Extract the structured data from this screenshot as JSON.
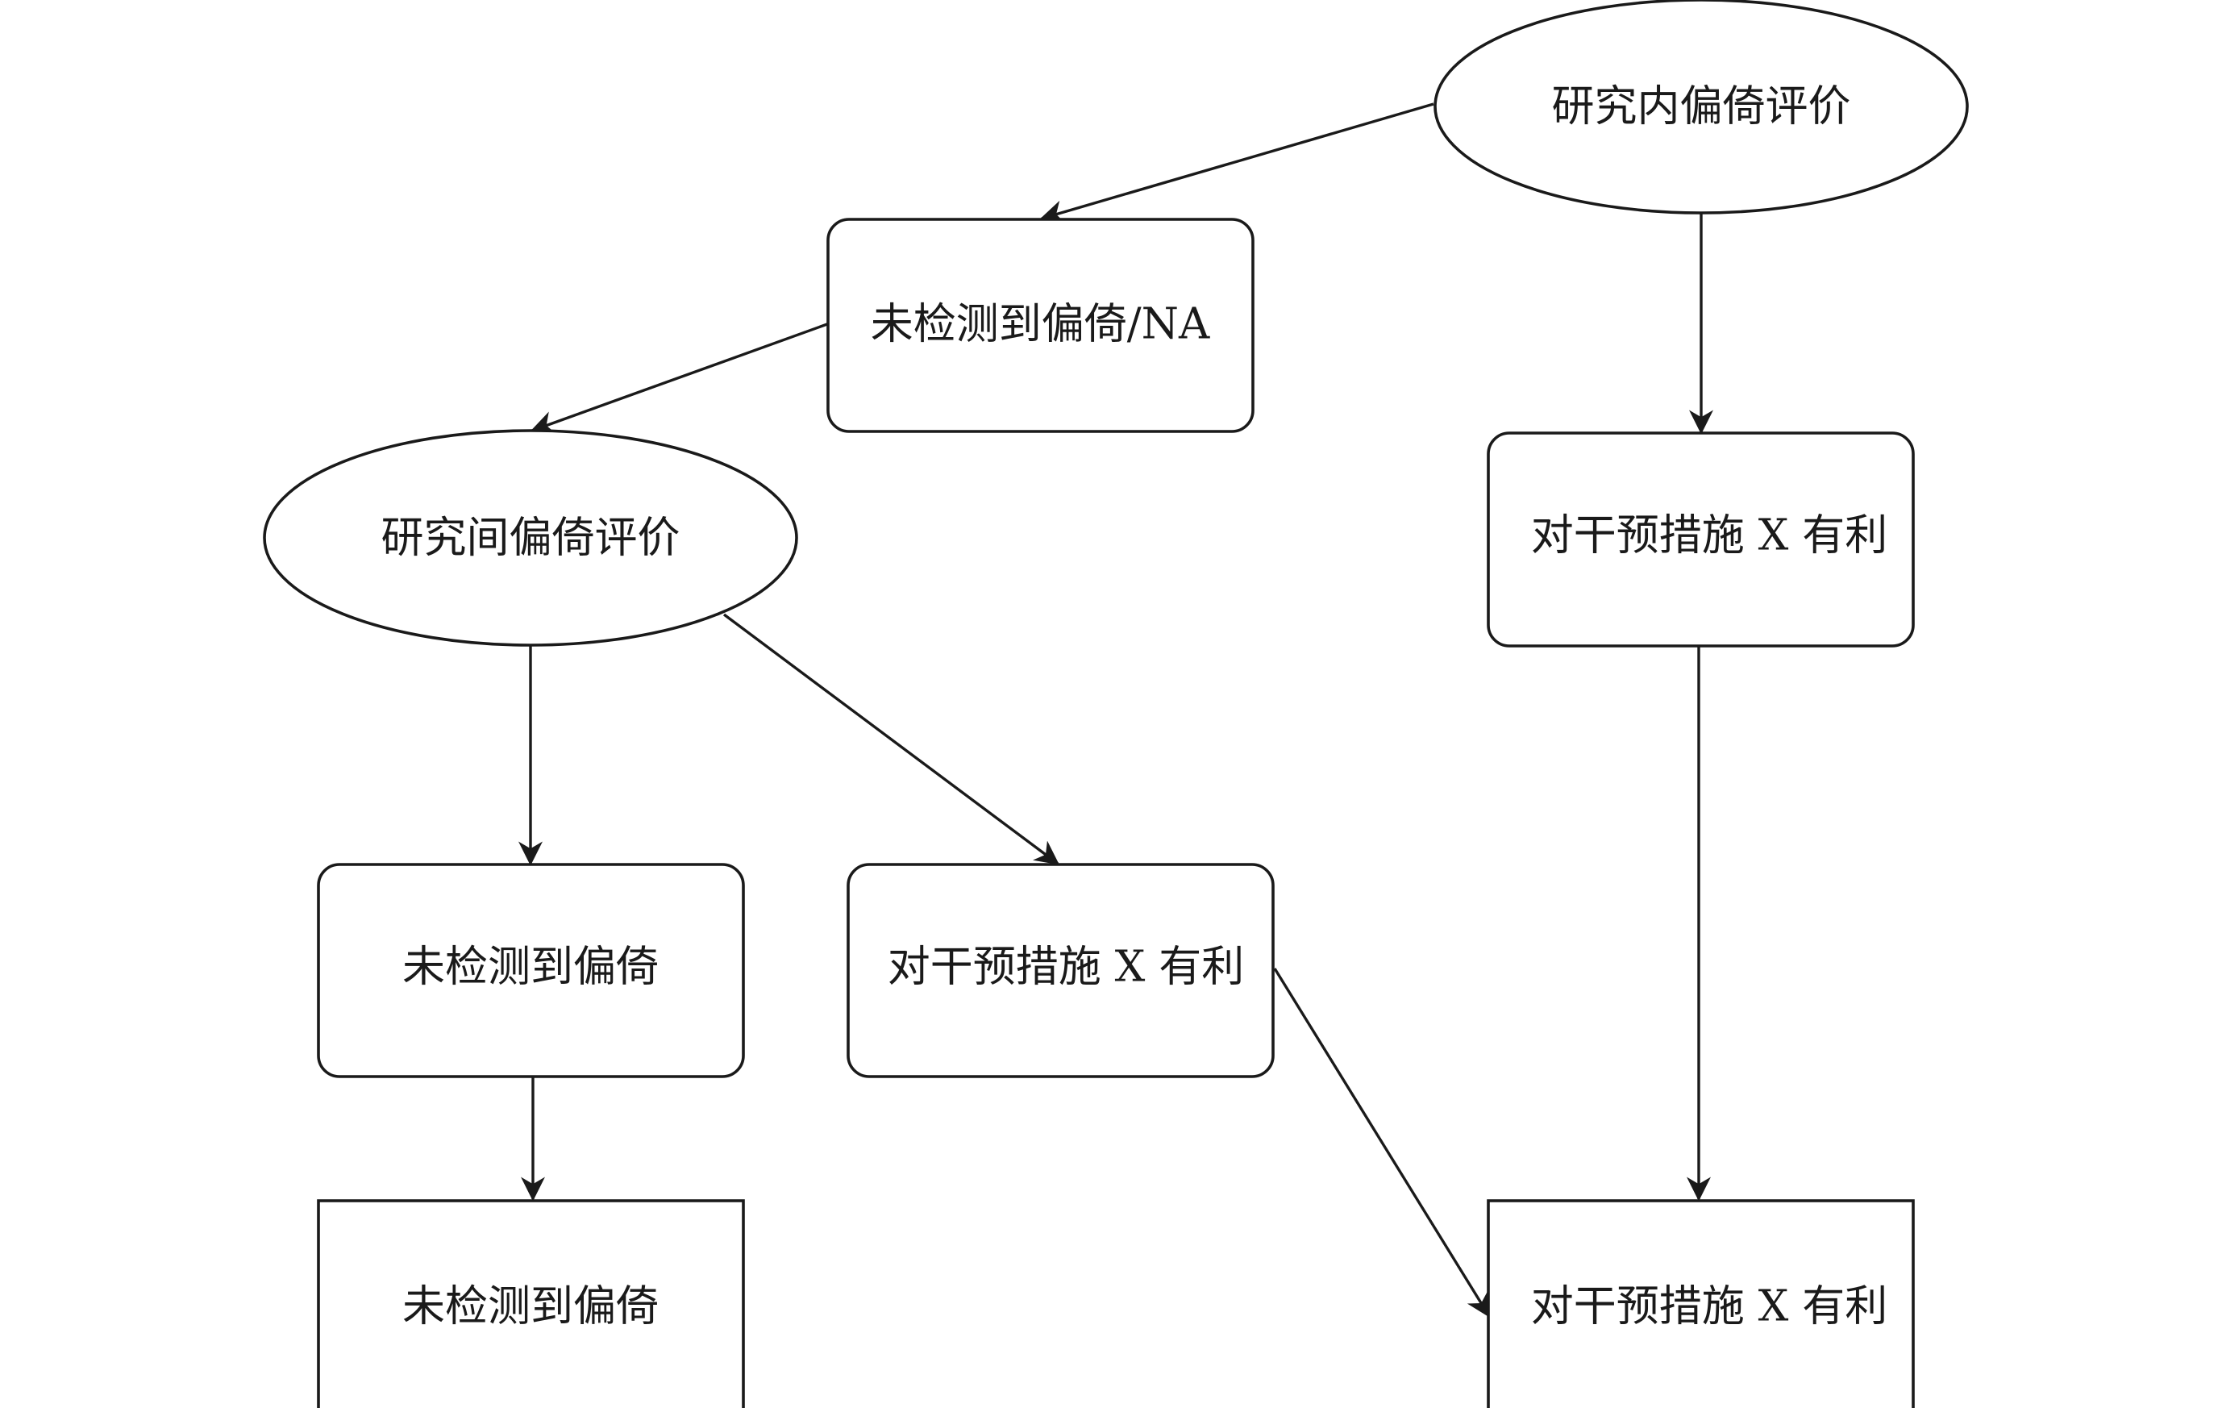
{
  "colors": {
    "stroke": "#1a1a1a",
    "background": "#ffffff"
  },
  "nodes": {
    "within_study": {
      "label": "研究内偏倚评价",
      "shape": "ellipse"
    },
    "not_detected_na": {
      "label": "未检测到偏倚/NA",
      "shape": "rounded-rect"
    },
    "favors_x_right": {
      "label": "对干预措施 X 有利",
      "shape": "rounded-rect"
    },
    "between_study": {
      "label": "研究间偏倚评价",
      "shape": "ellipse"
    },
    "not_detected_mid": {
      "label": "未检测到偏倚",
      "shape": "rounded-rect"
    },
    "favors_x_mid": {
      "label": "对干预措施 X 有利",
      "shape": "rounded-rect"
    },
    "not_detected_final": {
      "label": "未检测到偏倚",
      "shape": "rect"
    },
    "favors_x_final": {
      "label": "对干预措施 X 有利",
      "shape": "rect"
    }
  },
  "edges": [
    {
      "from": "within_study",
      "to": "not_detected_na"
    },
    {
      "from": "within_study",
      "to": "favors_x_right"
    },
    {
      "from": "not_detected_na",
      "to": "between_study"
    },
    {
      "from": "between_study",
      "to": "not_detected_mid"
    },
    {
      "from": "between_study",
      "to": "favors_x_mid"
    },
    {
      "from": "not_detected_mid",
      "to": "not_detected_final"
    },
    {
      "from": "favors_x_mid",
      "to": "favors_x_final"
    },
    {
      "from": "favors_x_right",
      "to": "favors_x_final"
    }
  ]
}
